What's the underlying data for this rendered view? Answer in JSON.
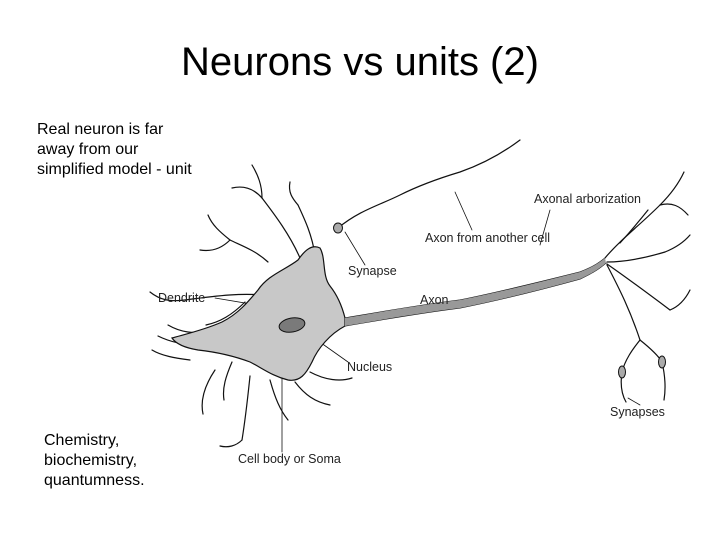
{
  "slide": {
    "title": "Neurons vs units (2)",
    "note_top": "Real neuron is far\naway from our\nsimplified model - unit",
    "note_bottom": "Chemistry,\nbiochemistry,\nquantumness."
  },
  "diagram": {
    "labels": {
      "axonal_arborization": "Axonal arborization",
      "axon_from_another_cell": "Axon from another cell",
      "synapse": "Synapse",
      "dendrite": "Dendrite",
      "axon": "Axon",
      "nucleus": "Nucleus",
      "synapses": "Synapses",
      "cell_body": "Cell body or Soma"
    }
  }
}
